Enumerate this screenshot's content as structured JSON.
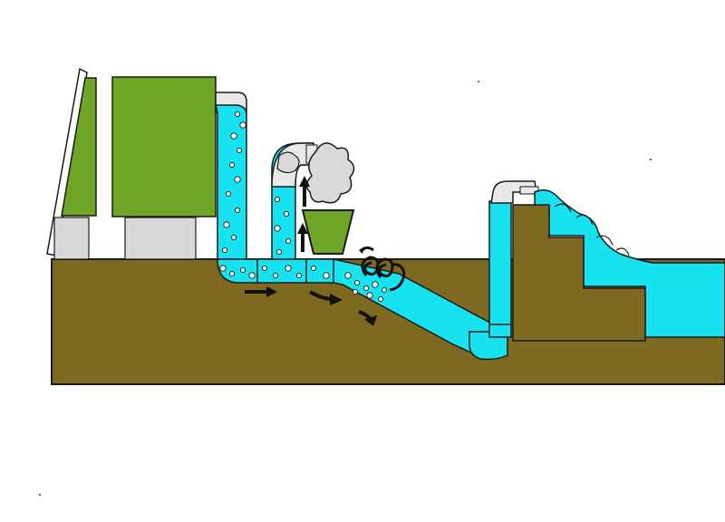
{
  "diagram": {
    "kind": "plumbing-schematic",
    "labels": [],
    "colors": {
      "background": "#ffffff",
      "soil": "#7d6920",
      "water": "#17e3f0",
      "pipe_outline": "#1a1a1a",
      "building": "#6fa627",
      "building_base": "#d8d8d8",
      "trap_pot": "#6fa627",
      "steam": "#d9d9d9",
      "pipe_top": "#e8e8e8",
      "bubble": "#ffffff",
      "arrow": "#111111"
    },
    "icons": [
      "up-arrow-icon",
      "flow-arrow-icon",
      "swirl-icon",
      "steam-cloud-icon",
      "bubble-icon"
    ],
    "flow": {
      "direction": "left-to-right",
      "arrows_under_pipe": 3,
      "arrows_in_vent": 2
    }
  }
}
